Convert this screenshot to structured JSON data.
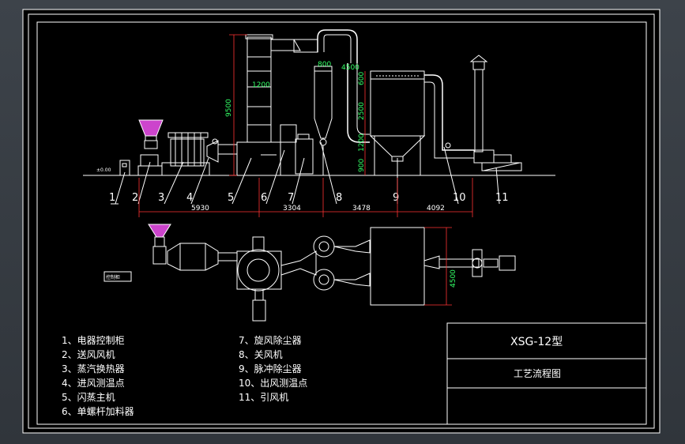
{
  "title_block": {
    "model": "XSG-12型",
    "drawing_name": "工艺流程图"
  },
  "legend": [
    "1、电器控制柜",
    "2、送风风机",
    "3、蒸汽换热器",
    "4、进风测温点",
    "5、闪蒸主机",
    "6、单螺杆加料器",
    "7、旋风除尘器",
    "8、关风机",
    "9、脉冲除尘器",
    "10、出风测温点",
    "11、引风机"
  ],
  "callouts": [
    "1",
    "2",
    "3",
    "4",
    "5",
    "6",
    "7",
    "8",
    "9",
    "10",
    "11"
  ],
  "dimensions": {
    "horizontal": [
      "5930",
      "3304",
      "3478",
      "4092"
    ],
    "height": "9500",
    "tower_diameter": "1200",
    "cyclone_diameter": "800",
    "pipe_size": "4500",
    "filter_heights": [
      "600",
      "2500",
      "1200",
      "900"
    ],
    "plan_width": "4500"
  },
  "small_labels": {
    "ground_mark": "±0.00",
    "control_box": "控制柜"
  },
  "colors": {
    "sheet": "#000000",
    "lines": "#ffffff",
    "dimension_lines": "#ff3333",
    "dimension_text": "#33ff66",
    "hopper": "#cc44cc"
  }
}
